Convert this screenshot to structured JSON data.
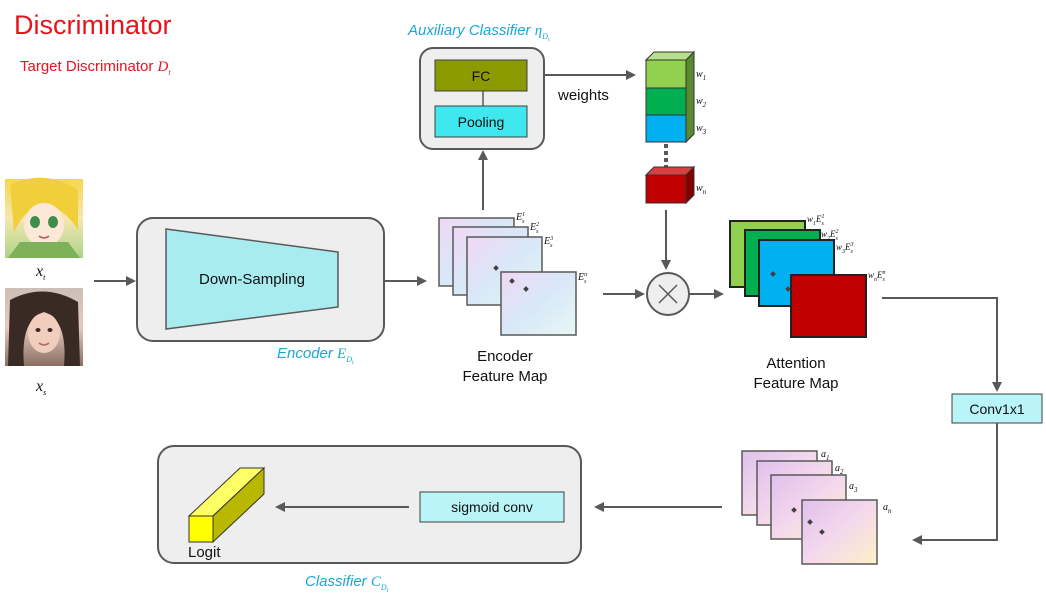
{
  "title": "Discriminator",
  "subtitle": {
    "text": "Target Discriminator ",
    "symbol": "D",
    "sub": "t"
  },
  "aux_classifier": {
    "text": "Auxiliary Classifier ",
    "symbol": "η",
    "sub": "D",
    "subsub": "t"
  },
  "encoder_label": {
    "text": "Encoder ",
    "symbol": "E",
    "sub": "D",
    "subsub": "t"
  },
  "classifier_label": {
    "text": "Classifier ",
    "symbol": "C",
    "sub": "D",
    "subsub": "t"
  },
  "fc_label": "FC",
  "pooling_label": "Pooling",
  "weights_label": "weights",
  "downsampling_label": "Down-Sampling",
  "encoder_feature_map": [
    "Encoder",
    "Feature Map"
  ],
  "attention_feature_map": [
    "Attention",
    "Feature Map"
  ],
  "conv_label": "Conv1x1",
  "sigmoid_label": "sigmoid conv",
  "logit_label": "Logit",
  "inputs": {
    "target": {
      "symbol": "x",
      "sub": "t"
    },
    "source": {
      "symbol": "x",
      "sub": "s"
    }
  },
  "weight_labels": [
    {
      "symbol": "w",
      "sub": "1"
    },
    {
      "symbol": "w",
      "sub": "2"
    },
    {
      "symbol": "w",
      "sub": "3"
    },
    {
      "symbol": "w",
      "sub": "n"
    }
  ],
  "encoder_maps": [
    {
      "symbol": "E",
      "sub": "s",
      "sup": "1"
    },
    {
      "symbol": "E",
      "sub": "s",
      "sup": "2"
    },
    {
      "symbol": "E",
      "sub": "s",
      "sup": "3"
    },
    {
      "symbol": "E",
      "sub": "s",
      "sup": "n"
    }
  ],
  "attention_maps": [
    {
      "w": "w",
      "wsub": "1",
      "symbol": "E",
      "sub": "s",
      "sup": "1"
    },
    {
      "w": "w",
      "wsub": "2",
      "symbol": "E",
      "sub": "s",
      "sup": "2"
    },
    {
      "w": "w",
      "wsub": "3",
      "symbol": "E",
      "sub": "s",
      "sup": "3"
    },
    {
      "w": "w",
      "wsub": "n",
      "symbol": "E",
      "sub": "s",
      "sup": "n"
    }
  ],
  "a_maps": [
    {
      "symbol": "a",
      "sub": "1"
    },
    {
      "symbol": "a",
      "sub": "2"
    },
    {
      "symbol": "a",
      "sub": "3"
    },
    {
      "symbol": "a",
      "sub": "n"
    }
  ],
  "colors": {
    "fc": "#8b9a00",
    "pooling": "#3ee8ee",
    "down_sampling": "#a8ecf0",
    "conv": "#b8f4f8",
    "w1": "#92d050",
    "w2": "#00b050",
    "w3": "#00b0f0",
    "wn": "#c00000",
    "logit": "#ffff00",
    "accent_red": "#e8141b",
    "accent_cyan": "#1aa6d8"
  }
}
